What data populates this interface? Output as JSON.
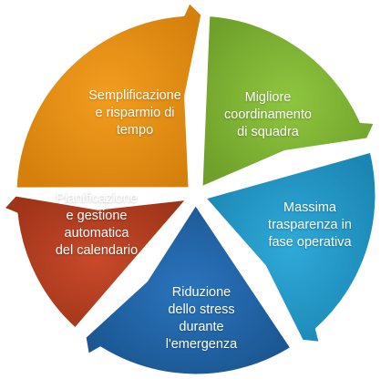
{
  "diagram": {
    "segments": [
      {
        "label": "Semplificazione\ne risparmio di\ntempo",
        "color": "#f39d1f",
        "dark": "#d4800c"
      },
      {
        "label": "Migliore\ncoordinamento\ndi squadra",
        "color": "#8ec63f",
        "dark": "#6fa02a"
      },
      {
        "label": "Massima\ntrasparenza in\nfase operativa",
        "color": "#2fa9d9",
        "dark": "#1b86b3"
      },
      {
        "label": "Riduzione\ndello stress\ndurante\nl'emergenza",
        "color": "#2a74bd",
        "dark": "#1a5590"
      },
      {
        "label": "Pianificazione\ne gestione\nautomatica\ndel calendario",
        "color": "#c8492a",
        "dark": "#9e3418"
      }
    ]
  }
}
